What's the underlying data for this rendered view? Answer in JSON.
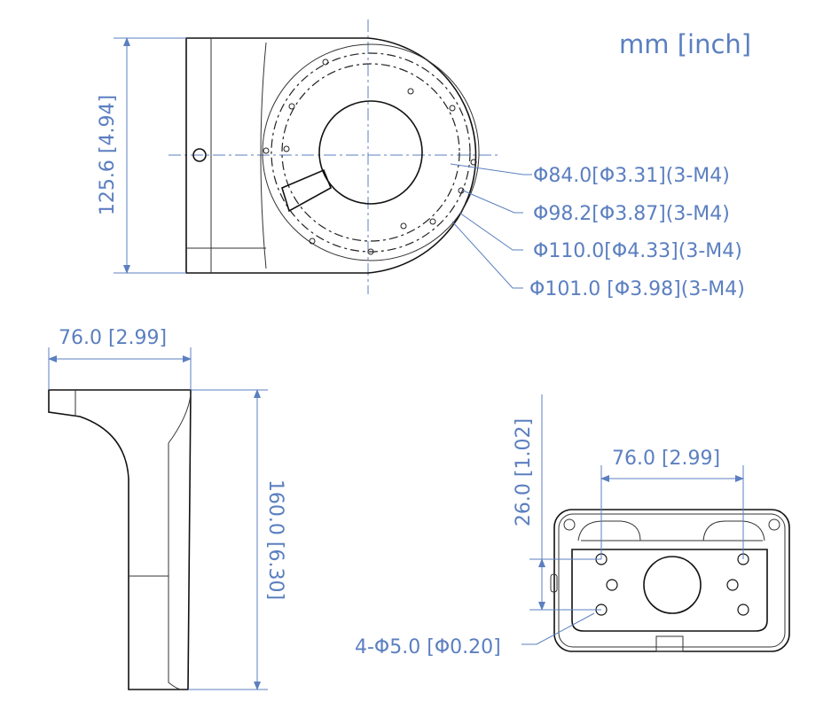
{
  "unit_label": "mm [inch]",
  "top_view": {
    "height_dim": "125.6 [4.94]",
    "hole_callouts": [
      "Φ84.0[Φ3.31](3-M4)",
      "Φ98.2[Φ3.87](3-M4)",
      "Φ110.0[Φ4.33](3-M4)",
      "Φ101.0 [Φ3.98](3-M4)"
    ]
  },
  "side_view": {
    "width_dim": "76.0 [2.99]",
    "height_dim": "160.0 [6.30]"
  },
  "front_view": {
    "hole_spacing_dim": "76.0 [2.99]",
    "vertical_spacing_dim": "26.0 [1.02]",
    "hole_callout": "4-Φ5.0 [Φ0.20]"
  },
  "colors": {
    "dimension": "#5b7fc0",
    "outline": "#111111"
  }
}
